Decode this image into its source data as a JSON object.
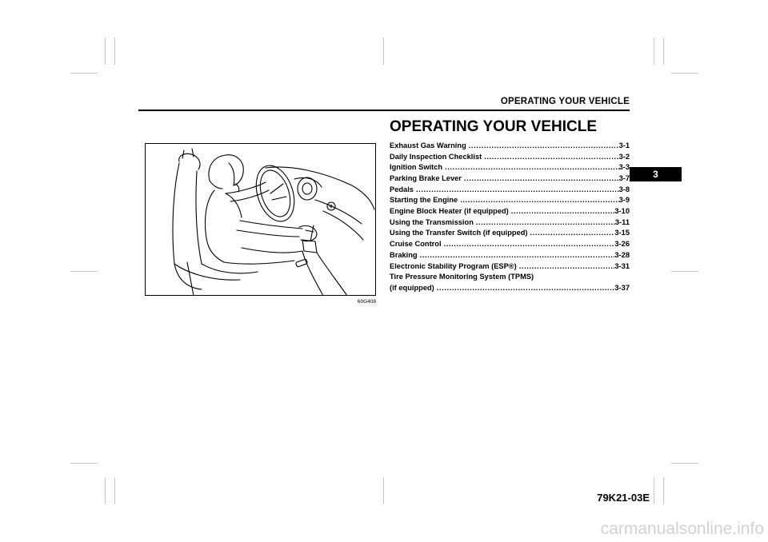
{
  "header": {
    "running_title": "OPERATING YOUR VEHICLE"
  },
  "chapter_tab": {
    "number": "3"
  },
  "figure": {
    "caption": "60G408"
  },
  "section": {
    "title": "OPERATING YOUR VEHICLE"
  },
  "toc": [
    {
      "title": "Exhaust Gas Warning",
      "page": "3-1"
    },
    {
      "title": "Daily Inspection Checklist",
      "page": "3-2"
    },
    {
      "title": "Ignition Switch",
      "page": "3-3"
    },
    {
      "title": "Parking Brake Lever",
      "page": "3-7"
    },
    {
      "title": "Pedals",
      "page": "3-8"
    },
    {
      "title": "Starting the Engine",
      "page": "3-9"
    },
    {
      "title": "Engine Block Heater (if equipped)",
      "page": "3-10"
    },
    {
      "title": "Using the Transmission",
      "page": "3-11"
    },
    {
      "title": "Using the Transfer Switch (if equipped)",
      "page": "3-15"
    },
    {
      "title": "Cruise Control",
      "page": "3-26"
    },
    {
      "title": "Braking",
      "page": "3-28"
    },
    {
      "title": "Electronic Stability Program (ESP®)",
      "page": "3-31"
    },
    {
      "title": "Tire Pressure Monitoring System (TPMS)",
      "page": ""
    },
    {
      "title": "(if equipped)",
      "page": "3-37"
    }
  ],
  "footer": {
    "page_id": "79K21-03E"
  },
  "watermark": {
    "text": "carmanualsonline.info"
  }
}
